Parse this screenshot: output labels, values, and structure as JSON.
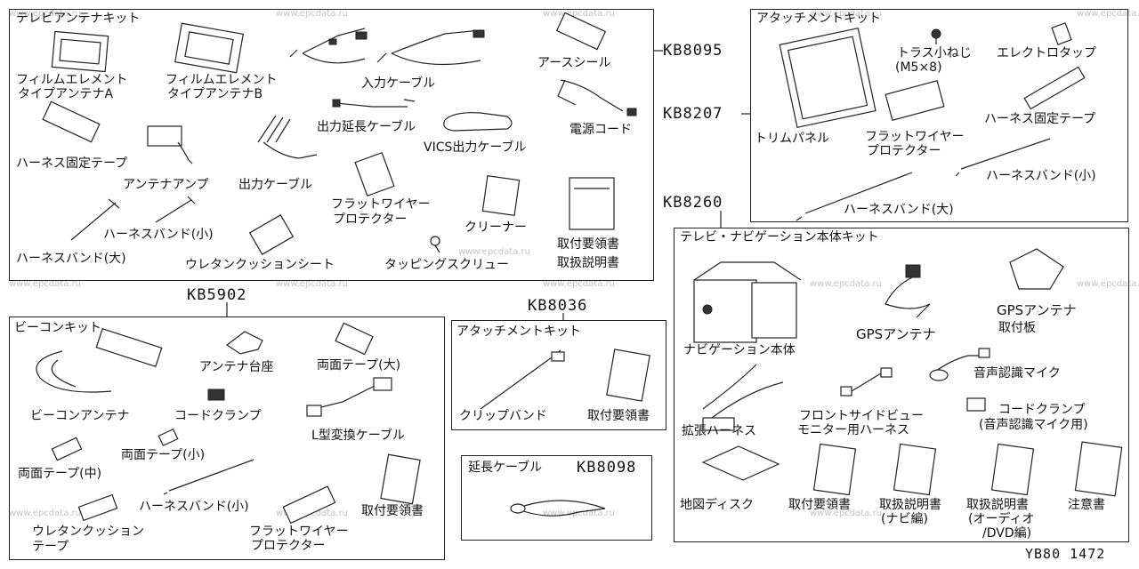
{
  "watermark": "www.epcdata.ru",
  "footer_code": "YB80 1472",
  "kits": {
    "tv_antenna": {
      "title": "テレビアンテナキット",
      "code": "KB8095",
      "parts": {
        "film_a_1": "フィルムエレメント",
        "film_a_2": "タイプアンテナA",
        "film_b_1": "フィルムエレメント",
        "film_b_2": "タイプアンテナB",
        "input_cable": "入力ケーブル",
        "earth_seal": "アースシール",
        "output_ext_cable": "出力延長ケーブル",
        "power_cord": "電源コード",
        "vics_cable": "VICS出力ケーブル",
        "harness_tape": "ハーネス固定テープ",
        "antenna_amp": "アンテナアンプ",
        "output_cable": "出力ケーブル",
        "flat_wire_1": "フラットワイヤー",
        "flat_wire_2": "プロテクター",
        "cleaner": "クリーナー",
        "install_manual": "取付要領書",
        "user_manual": "取扱説明書",
        "band_small": "ハーネスバンド(小)",
        "band_large": "ハーネスバンド(大)",
        "urethane_sheet": "ウレタンクッションシート",
        "tapping_screw": "タッピングスクリュー"
      }
    },
    "beacon": {
      "title": "ビーコンキット",
      "code": "KB5902",
      "parts": {
        "antenna_base": "アンテナ台座",
        "tape_large": "両面テープ(大)",
        "beacon_antenna": "ビーコンアンテナ",
        "cord_clamp": "コードクランプ",
        "l_cable": "L型変換ケーブル",
        "tape_small": "両面テープ(小)",
        "tape_medium": "両面テープ(中)",
        "band_small": "ハーネスバンド(小)",
        "install_manual": "取付要領書",
        "urethane_1": "ウレタンクッション",
        "urethane_2": "テープ",
        "flat_wire_1": "フラットワイヤー",
        "flat_wire_2": "プロテクター"
      }
    },
    "attach_small": {
      "title": "アタッチメントキット",
      "code": "KB8036",
      "parts": {
        "clip_band": "クリップバンド",
        "install_manual": "取付要領書"
      }
    },
    "ext_cable": {
      "title": "延長ケーブル",
      "code": "KB8098"
    },
    "attach_right": {
      "title": "アタッチメントキット",
      "code": "KB8207",
      "parts": {
        "truss_screw_1": "トラス小ねじ",
        "truss_screw_2": "(M5×8)",
        "electro_tap": "エレクトロタップ",
        "trim_panel": "トリムパネル",
        "flat_wire_1": "フラットワイヤー",
        "flat_wire_2": "プロテクター",
        "harness_tape": "ハーネス固定テープ",
        "band_small": "ハーネスバンド(小)",
        "band_large": "ハーネスバンド(大)"
      }
    },
    "navi_unit": {
      "title": "テレビ・ナビゲーション本体キット",
      "code": "KB8260",
      "parts": {
        "navi_body": "ナビゲーション本体",
        "gps_antenna": "GPSアンテナ",
        "gps_plate_1": "GPSアンテナ",
        "gps_plate_2": "取付板",
        "voice_mic": "音声認識マイク",
        "ext_harness": "拡張ハーネス",
        "front_view_1": "フロントサイドビュー",
        "front_view_2": "モニター用ハーネス",
        "cord_clamp_1": "コードクランプ",
        "cord_clamp_2": "(音声認識マイク用)",
        "map_disc": "地図ディスク",
        "install_manual": "取付要領書",
        "manual_navi_1": "取扱説明書",
        "manual_navi_2": "(ナビ編)",
        "manual_av_1": "取扱説明書",
        "manual_av_2": "(オーディオ",
        "manual_av_3": "/DVD編)",
        "caution": "注意書"
      }
    }
  }
}
